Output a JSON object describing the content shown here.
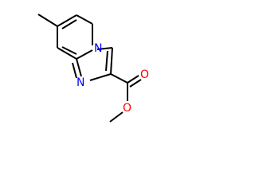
{
  "molecule": {
    "atoms": [
      {
        "id": "n_bridge",
        "symbol": "N",
        "color": "#0000ff"
      },
      {
        "id": "n_ring",
        "symbol": "N",
        "color": "#0000ff"
      },
      {
        "id": "o_carbonyl",
        "symbol": "O",
        "color": "#ff0000"
      },
      {
        "id": "o_ester",
        "symbol": "O",
        "color": "#ff0000"
      }
    ],
    "bond_color": "#000000",
    "background": "#ffffff"
  }
}
